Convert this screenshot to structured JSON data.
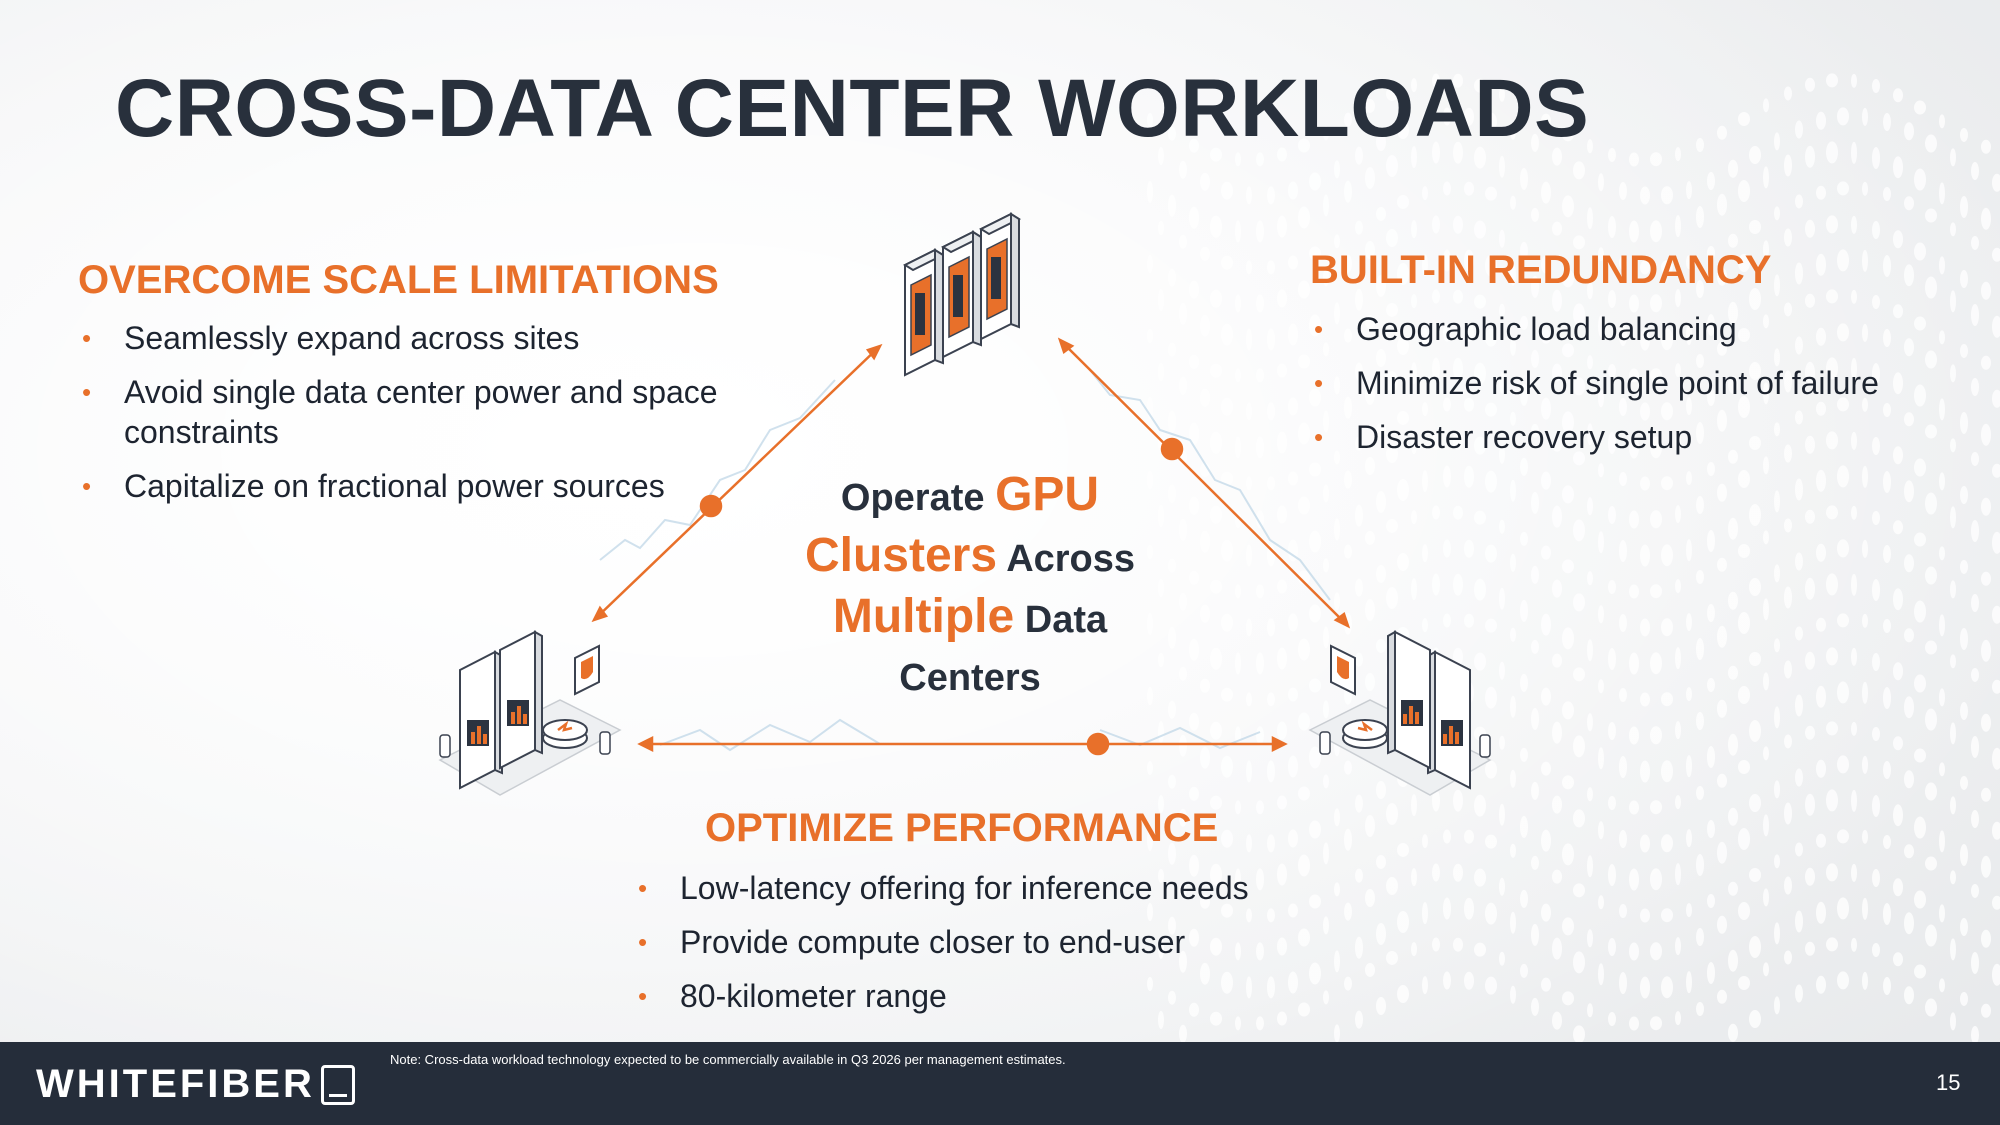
{
  "title": "CROSS-DATA CENTER WORKLOADS",
  "sections": {
    "left": {
      "heading": "OVERCOME SCALE LIMITATIONS",
      "items": [
        "Seamlessly expand across sites",
        "Avoid single data center power and space constraints",
        "Capitalize on fractional power sources"
      ]
    },
    "right": {
      "heading": "BUILT-IN REDUNDANCY",
      "items": [
        "Geographic load balancing",
        "Minimize risk of single point of failure",
        "Disaster recovery setup"
      ]
    },
    "bottom": {
      "heading": "OPTIMIZE PERFORMANCE",
      "items": [
        "Low-latency offering for inference needs",
        "Provide compute closer to end-user",
        "80-kilometer range"
      ]
    }
  },
  "center": {
    "w1": "Operate",
    "w2": "GPU",
    "w3": "Clusters",
    "w4": "Across",
    "w5": "Multiple",
    "w6": "Data",
    "w7": "Centers"
  },
  "icons": [
    "server-rack-icon",
    "data-center-left-icon",
    "data-center-right-icon",
    "shield-icon"
  ],
  "colors": {
    "accent": "#e8702a",
    "dark": "#28303c",
    "footer": "#252d3a"
  },
  "footer": {
    "logo_text": "WHITEFIBER",
    "note": "Note: Cross-data workload technology expected to be commercially available in Q3 2026 per management estimates.",
    "page_number": "15"
  }
}
